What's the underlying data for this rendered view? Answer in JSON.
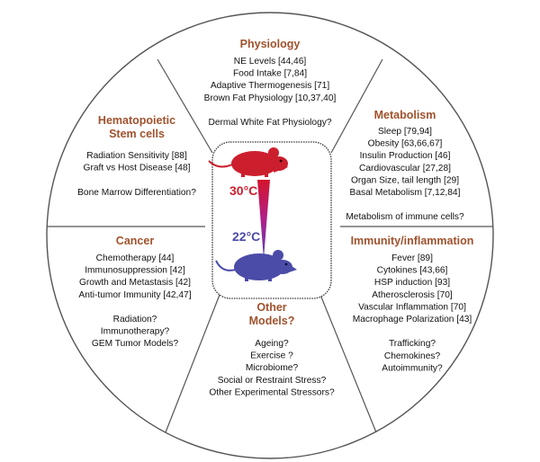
{
  "colors": {
    "title": "#a0522d",
    "hot": "#cc1f2e",
    "cold": "#4b4ba8",
    "outline": "#555555"
  },
  "center": {
    "hot_label": "30°C",
    "cold_label": "22°C",
    "hot_icon": "mouse-icon",
    "cold_icon": "mouse-icon"
  },
  "sections": {
    "physiology": {
      "title": [
        "Physiology"
      ],
      "items": [
        "NE Levels [44,46]",
        "Food Intake [7,84]",
        "Adaptive Thermogenesis [71]",
        "Brown Fat Physiology  [10,37,40]",
        "",
        "Dermal White Fat Physiology?"
      ]
    },
    "metabolism": {
      "title": [
        "Metabolism"
      ],
      "items": [
        "Sleep  [79,94]",
        "Obesity  [63,66,67]",
        "Insulin Production [46]",
        "Cardiovascular [27,28]",
        "Organ Size, tail length [29]",
        "Basal Metabolism  [7,12,84]",
        "",
        "Metabolism of immune cells?"
      ]
    },
    "immunity": {
      "title": [
        "Immunity/inflammation"
      ],
      "items": [
        "Fever  [89]",
        "Cytokines [43,66]",
        "HSP induction [93]",
        "Atherosclerosis  [70]",
        "Vascular Inflammation [70]",
        "Macrophage Polarization [43]",
        "",
        "Trafficking?",
        "Chemokines?",
        "Autoimmunity?"
      ]
    },
    "other": {
      "title": [
        "Other",
        "Models?"
      ],
      "items": [
        "Ageing?",
        "Exercise ?",
        "Microbiome?",
        "Social  or Restraint Stress?",
        "Other Experimental Stressors?"
      ]
    },
    "cancer": {
      "title": [
        "Cancer"
      ],
      "items": [
        "Chemotherapy [44]",
        "Immunosuppression [42]",
        "Growth and Metastasis [42]",
        "Anti-tumor Immunity  [42,47]",
        "",
        "Radiation?",
        "Immunotherapy?",
        "GEM Tumor Models?"
      ]
    },
    "hematopoietic": {
      "title": [
        "Hematopoietic",
        "Stem cells"
      ],
      "items": [
        "Radiation  Sensitivity [88]",
        "Graft vs Host Disease [48]",
        "",
        "Bone Marrow Differentiation?"
      ]
    }
  }
}
